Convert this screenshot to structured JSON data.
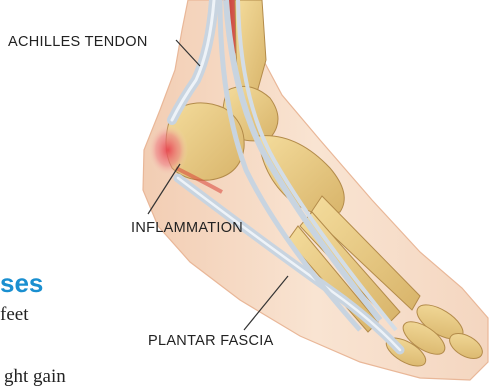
{
  "labels": {
    "achilles": "ACHILLES TENDON",
    "inflammation": "INFLAMMATION",
    "plantar": "PLANTAR FASCIA"
  },
  "partial_text": {
    "heading": "ses",
    "line_1": "feet",
    "line_2": "ght gain"
  },
  "colors": {
    "skin": "#f6dcc6",
    "bone": "#ecd18c",
    "bone_shadow": "#c9a45e",
    "tendon": "#c8d4e0",
    "muscle": "#d8453a",
    "inflammation": "#e8656b",
    "heading": "#1a8fd0"
  }
}
